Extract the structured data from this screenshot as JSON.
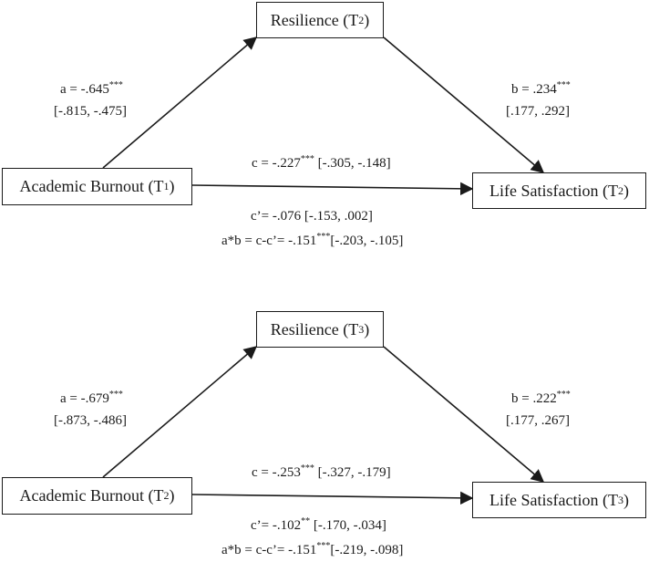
{
  "panels": [
    {
      "mediator": {
        "name": "Resilience",
        "sub_open": "(T",
        "sub": "2",
        "sub_close": ")"
      },
      "predictor": {
        "name": "Academic Burnout",
        "sub_open": "(T",
        "sub": "1",
        "sub_close": ")"
      },
      "outcome": {
        "name": "Life Satisfaction",
        "sub_open": "(T",
        "sub": "2",
        "sub_close": ")"
      },
      "path_a": {
        "value": "a = -.645",
        "sig": "***",
        "ci": "[-.815, -.475]"
      },
      "path_b": {
        "value": "b = .234",
        "sig": "***",
        "ci": "[.177, .292]"
      },
      "path_c": {
        "value": "c = -.227",
        "sig": "***",
        "ci": " [-.305, -.148]"
      },
      "path_c_prime": {
        "value": "c’= -.076",
        "sig": "",
        "ci": " [-.153, .002]"
      },
      "indirect": {
        "value": "a*b = c-c’= -.151",
        "sig": "***",
        "ci": "[-.203, -.105]"
      }
    },
    {
      "mediator": {
        "name": "Resilience",
        "sub_open": "(T",
        "sub": "3",
        "sub_close": ")"
      },
      "predictor": {
        "name": "Academic Burnout",
        "sub_open": "(T",
        "sub": "2",
        "sub_close": ")"
      },
      "outcome": {
        "name": "Life Satisfaction",
        "sub_open": "(T",
        "sub": "3",
        "sub_close": ")"
      },
      "path_a": {
        "value": "a = -.679",
        "sig": "***",
        "ci": "[-.873, -.486]"
      },
      "path_b": {
        "value": "b = .222",
        "sig": "***",
        "ci": "[.177, .267]"
      },
      "path_c": {
        "value": "c = -.253",
        "sig": "***",
        "ci": " [-.327, -.179]"
      },
      "path_c_prime": {
        "value": "c’= -.102",
        "sig": "**",
        "ci": " [-.170, -.034]"
      },
      "indirect": {
        "value": "a*b = c-c’= -.151",
        "sig": "***",
        "ci": "[-.219, -.098]"
      }
    }
  ],
  "colors": {
    "stroke": "#1a1a1a",
    "background": "#ffffff"
  }
}
